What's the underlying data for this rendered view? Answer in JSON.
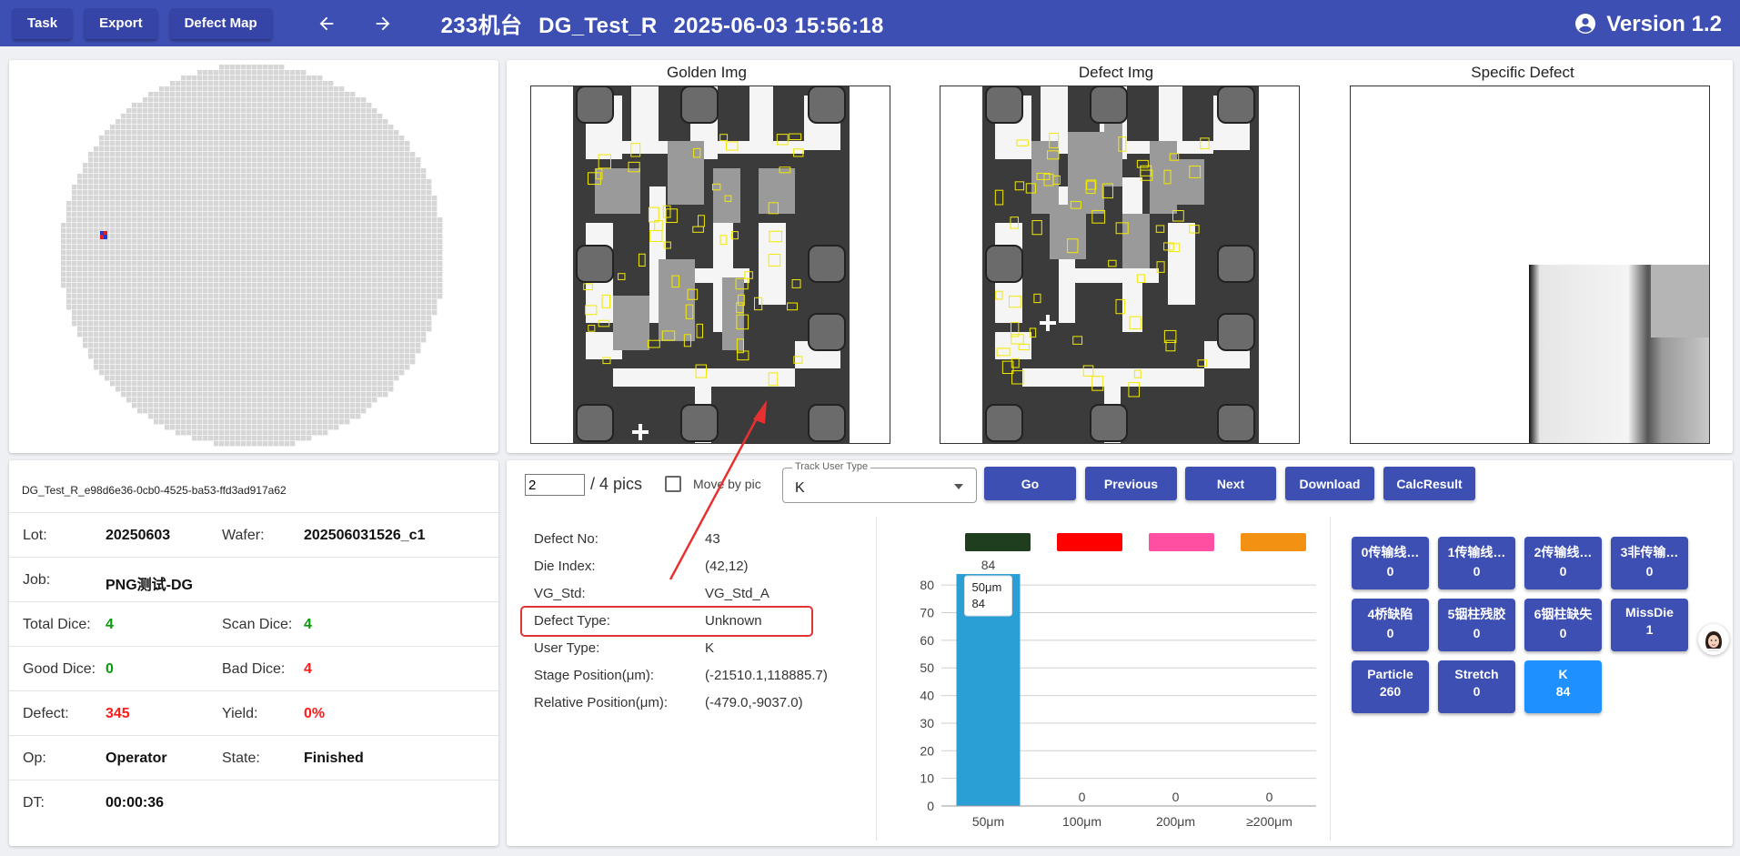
{
  "toolbar": {
    "task": "Task",
    "export": "Export",
    "defect_map": "Defect Map",
    "title_machine": "233机台",
    "title_recipe": "DG_Test_R",
    "title_datetime": "2025-06-03 15:56:18",
    "version": "Version 1.2",
    "icons": [
      "arrow-left-icon",
      "arrow-right-icon",
      "account-circle-icon"
    ]
  },
  "images": {
    "golden_title": "Golden Img",
    "defect_title": "Defect Img",
    "specific_title": "Specific Defect"
  },
  "info": {
    "wafer_id": "DG_Test_R_e98d6e36-0cb0-4525-ba53-ffd3ad917a62",
    "lot_label": "Lot:",
    "lot": "20250603",
    "wafer_label": "Wafer:",
    "wafer": "202506031526_c1",
    "job_label": "Job:",
    "job": "PNG测试-DG",
    "total_dice_label": "Total Dice:",
    "total_dice": "4",
    "scan_dice_label": "Scan Dice:",
    "scan_dice": "4",
    "good_dice_label": "Good Dice:",
    "good_dice": "0",
    "bad_dice_label": "Bad Dice:",
    "bad_dice": "4",
    "defect_label": "Defect:",
    "defect": "345",
    "yield_label": "Yield:",
    "yield": "0%",
    "op_label": "Op:",
    "op": "Operator",
    "state_label": "State:",
    "state": "Finished",
    "dt_label": "DT:",
    "dt": "00:00:36"
  },
  "controls": {
    "page_value": "2",
    "page_total": "/ 4 pics",
    "move_by_pic": "Move by pic",
    "track_label": "Track User Type",
    "track_value": "K",
    "go": "Go",
    "previous": "Previous",
    "next": "Next",
    "download": "Download",
    "calc": "CalcResult"
  },
  "defect": {
    "no_label": "Defect No:",
    "no": "43",
    "die_label": "Die Index:",
    "die": "(42,12)",
    "vg_label": "VG_Std:",
    "vg": "VG_Std_A",
    "type_label": "Defect Type:",
    "type": "Unknown",
    "user_label": "User Type:",
    "user": "K",
    "stage_label": "Stage Position(μm):",
    "stage": "(-21510.1,118885.7)",
    "rel_label": "Relative Position(μm):",
    "rel": "(-479.0,-9037.0)"
  },
  "chart_data": {
    "type": "bar",
    "categories": [
      "50μm",
      "100μm",
      "200μm",
      "≥200μm"
    ],
    "values": [
      84,
      0,
      0,
      0
    ],
    "ylim": [
      0,
      85
    ],
    "yticks": [
      0,
      10,
      20,
      30,
      40,
      50,
      60,
      70,
      80
    ],
    "legend_colors": [
      "#1f3d1f",
      "#ff0000",
      "#ff4fa3",
      "#f39212"
    ],
    "bar_color": "#2a9fd6",
    "tooltip": {
      "category": "50μm",
      "value": "84"
    },
    "grid": true
  },
  "types": [
    {
      "name": "0传输线…",
      "count": "0"
    },
    {
      "name": "1传输线…",
      "count": "0"
    },
    {
      "name": "2传输线…",
      "count": "0"
    },
    {
      "name": "3非传输…",
      "count": "0"
    },
    {
      "name": "4桥缺陷",
      "count": "0"
    },
    {
      "name": "5铟柱残胶",
      "count": "0"
    },
    {
      "name": "6铟柱缺失",
      "count": "0"
    },
    {
      "name": "MissDie",
      "count": "1"
    },
    {
      "name": "Particle",
      "count": "260"
    },
    {
      "name": "Stretch",
      "count": "0"
    },
    {
      "name": "K",
      "count": "84"
    }
  ],
  "colors": {
    "primary": "#3e4fb4",
    "active_type": "#1e90ff",
    "good": "#0b9a0b",
    "bad": "#ff1a1a",
    "highlight": "#e03434"
  }
}
